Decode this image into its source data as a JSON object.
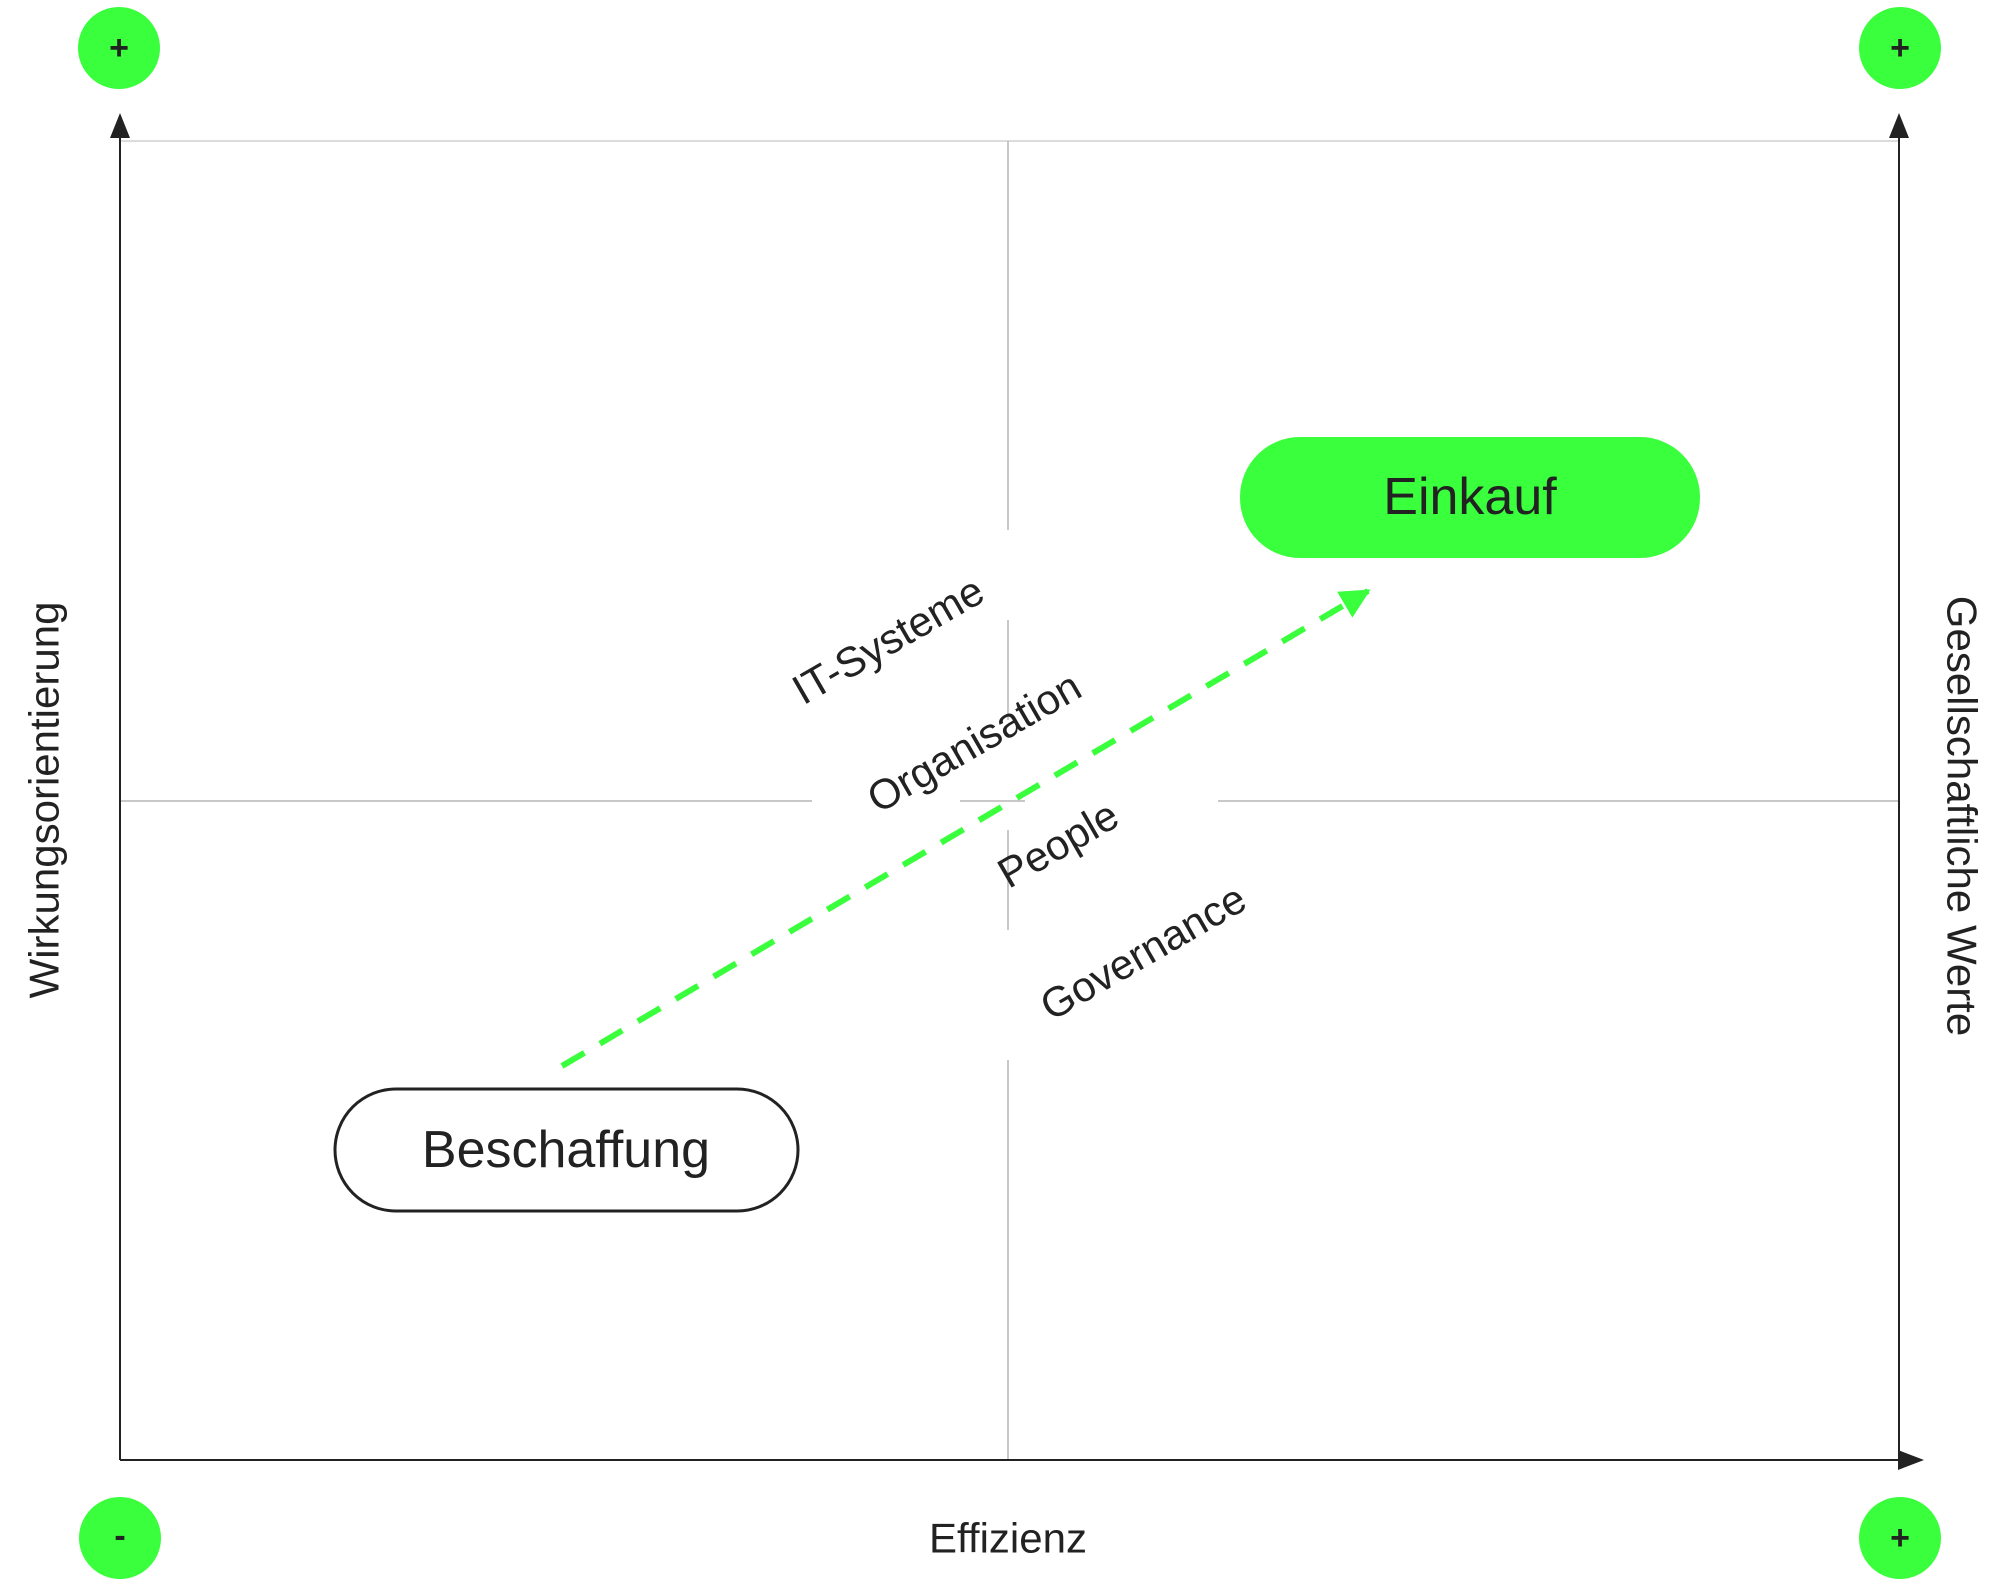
{
  "corner_badges": {
    "top_left": "+",
    "top_right": "+",
    "bottom_left": "-",
    "bottom_right": "+"
  },
  "axes": {
    "x_label": "Effizienz",
    "y_left_label": "Wirkungsorientierung",
    "y_right_label": "Gesellschaftliche Werte"
  },
  "nodes": {
    "start": "Beschaffung",
    "target": "Einkauf"
  },
  "enablers": [
    "IT-Systeme",
    "Organisation",
    "People",
    "Governance"
  ],
  "colors": {
    "accent": "#39FF3C",
    "axis": "#222222",
    "grid": "#b5b5b5",
    "text": "#222222"
  }
}
